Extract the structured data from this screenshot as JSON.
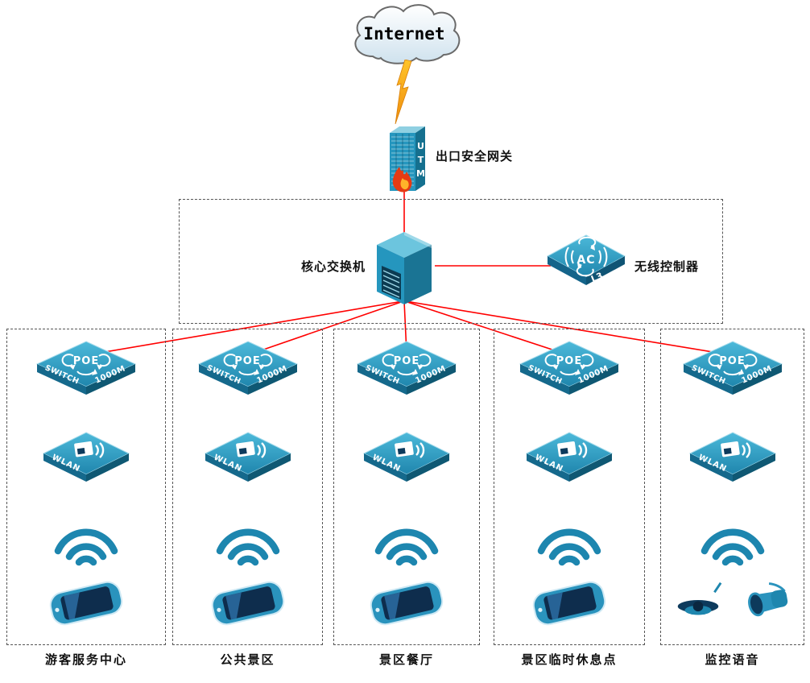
{
  "internet": {
    "label": "Internet"
  },
  "gateway": {
    "device_label": "UTM",
    "label": "出口安全网关"
  },
  "core": {
    "label": "核心交换机"
  },
  "controller": {
    "device_label": "AC",
    "layer_label": "L3",
    "label": "无线控制器"
  },
  "access_switch": {
    "poe": "POE",
    "type": "SWITCH",
    "speed": "1000M"
  },
  "access_point": {
    "label": "WLAN"
  },
  "zones": [
    {
      "label": "游客服务中心",
      "devices": "phone"
    },
    {
      "label": "公共景区",
      "devices": "phone"
    },
    {
      "label": "景区餐厅",
      "devices": "phone"
    },
    {
      "label": "景区临时休息点",
      "devices": "phone"
    },
    {
      "label": "监控语音",
      "devices": "surveillance"
    }
  ],
  "colors": {
    "link": "#ff0000",
    "bolt": "#f6a21d",
    "device": "#2596be",
    "device_dark": "#0d3a5c"
  }
}
